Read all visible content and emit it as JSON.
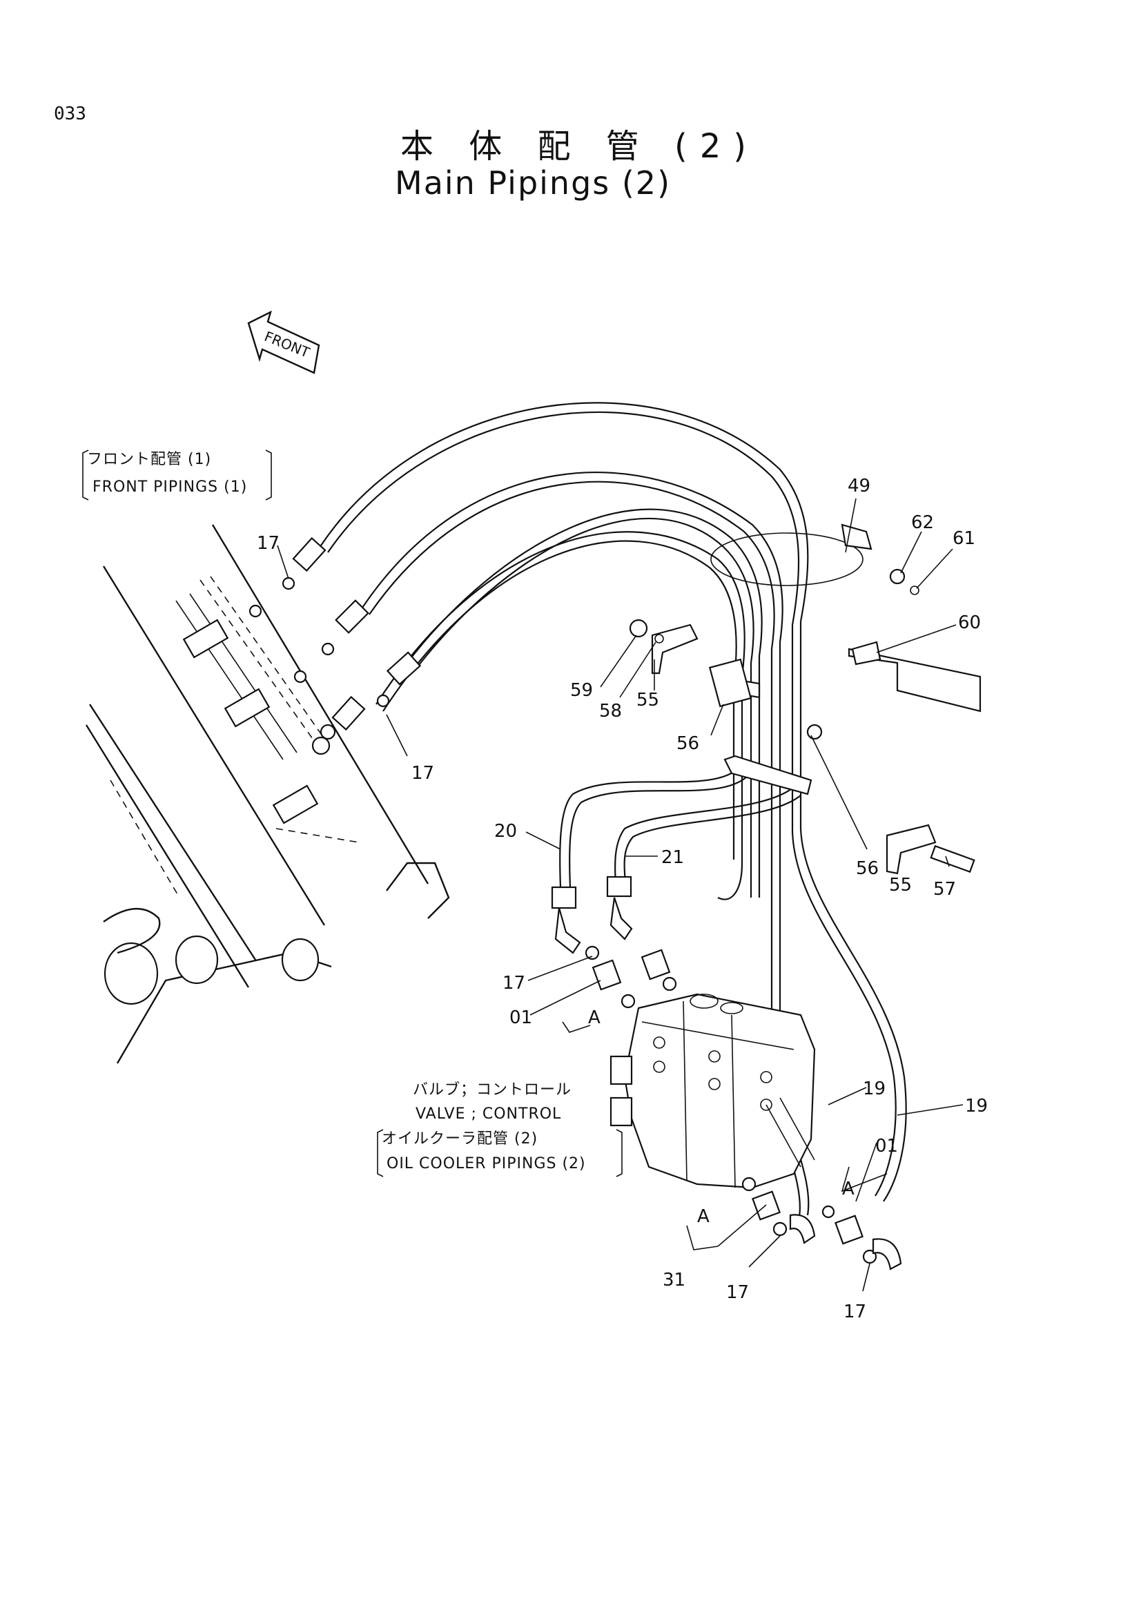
{
  "page_number": "033",
  "title_jp": "本 体 配 管 (2)",
  "title_en": "Main Pipings (2)",
  "front_label": "FRONT",
  "references": {
    "front_pipings_jp": "フロント配管 (1)",
    "front_pipings_en": "FRONT PIPINGS (1)",
    "valve_jp": "バルブ；コントロール",
    "valve_en": "VALVE ; CONTROL",
    "oil_cooler_jp": "オイルクーラ配管 (2)",
    "oil_cooler_en": "OIL COOLER PIPINGS (2)"
  },
  "part_labels": {
    "p49": "49",
    "p62": "62",
    "p61": "61",
    "p60": "60",
    "p59": "59",
    "p58": "58",
    "p55a": "55",
    "p56a": "56",
    "p17a": "17",
    "p17b": "17",
    "p20": "20",
    "p21": "21",
    "p56b": "56",
    "p55b": "55",
    "p57": "57",
    "p17c": "17",
    "p01a": "01",
    "pAa": "A",
    "p19a": "19",
    "p19b": "19",
    "p01b": "01",
    "pAb": "A",
    "pAc": "A",
    "p31": "31",
    "p17d": "17",
    "p17e": "17"
  }
}
